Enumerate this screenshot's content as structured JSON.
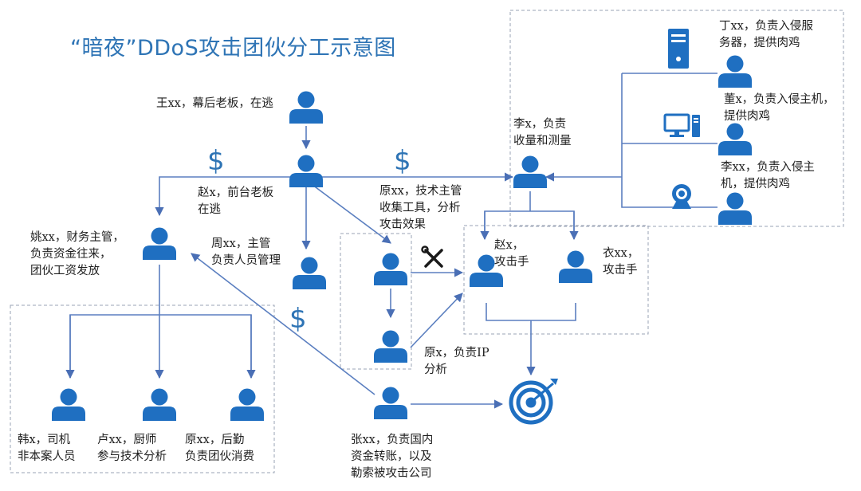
{
  "title": "“暗夜”DDoS攻击团伙分工示意图",
  "currency_symbol": "$",
  "colors": {
    "accent": "#2e74b5",
    "icon": "#1f6fc1",
    "line": "#5b7fc0",
    "dash": "#9aa3b5"
  },
  "people": {
    "wang": {
      "lines": [
        "王xx，幕后老板，在逃"
      ]
    },
    "zhao": {
      "lines": [
        "赵x，前台老板",
        "在逃"
      ]
    },
    "yao": {
      "lines": [
        "姚xx，财务主管，",
        "负责资金往来，",
        "团伙工资发放"
      ]
    },
    "zhou": {
      "lines": [
        "周xx，主管",
        "负责人员管理"
      ]
    },
    "yuan1": {
      "lines": [
        "原xx，技术主管",
        "收集工具，分析",
        "攻击效果"
      ]
    },
    "yuan2": {
      "lines": [
        "原x，负责IP",
        "分析"
      ]
    },
    "li": {
      "lines": [
        "李x，负责",
        "收量和测量"
      ]
    },
    "ding": {
      "lines": [
        "丁xx，负责入侵服",
        "务器，提供肉鸡"
      ]
    },
    "dong": {
      "lines": [
        "董x，负责入侵主机，",
        "提供肉鸡"
      ]
    },
    "lixx": {
      "lines": [
        "李xx，负责入侵主",
        "机，提供肉鸡"
      ]
    },
    "zhaox": {
      "lines": [
        "赵x，",
        "攻击手"
      ]
    },
    "yi": {
      "lines": [
        "衣xx，",
        "攻击手"
      ]
    },
    "zhang": {
      "lines": [
        "张xx，负责国内",
        "资金转账，以及",
        "勒索被攻击公司"
      ]
    },
    "han": {
      "lines": [
        "韩x，司机",
        "非本案人员"
      ]
    },
    "lu": {
      "lines": [
        "卢xx，厨师",
        "参与技术分析"
      ]
    },
    "yuan3": {
      "lines": [
        "原xx，后勤",
        "负责团伙消费"
      ]
    }
  },
  "icons": [
    "person-icon",
    "server-icon",
    "desktop-computer-icon",
    "webcam-icon",
    "tools-icon",
    "target-icon",
    "dollar-icon"
  ]
}
